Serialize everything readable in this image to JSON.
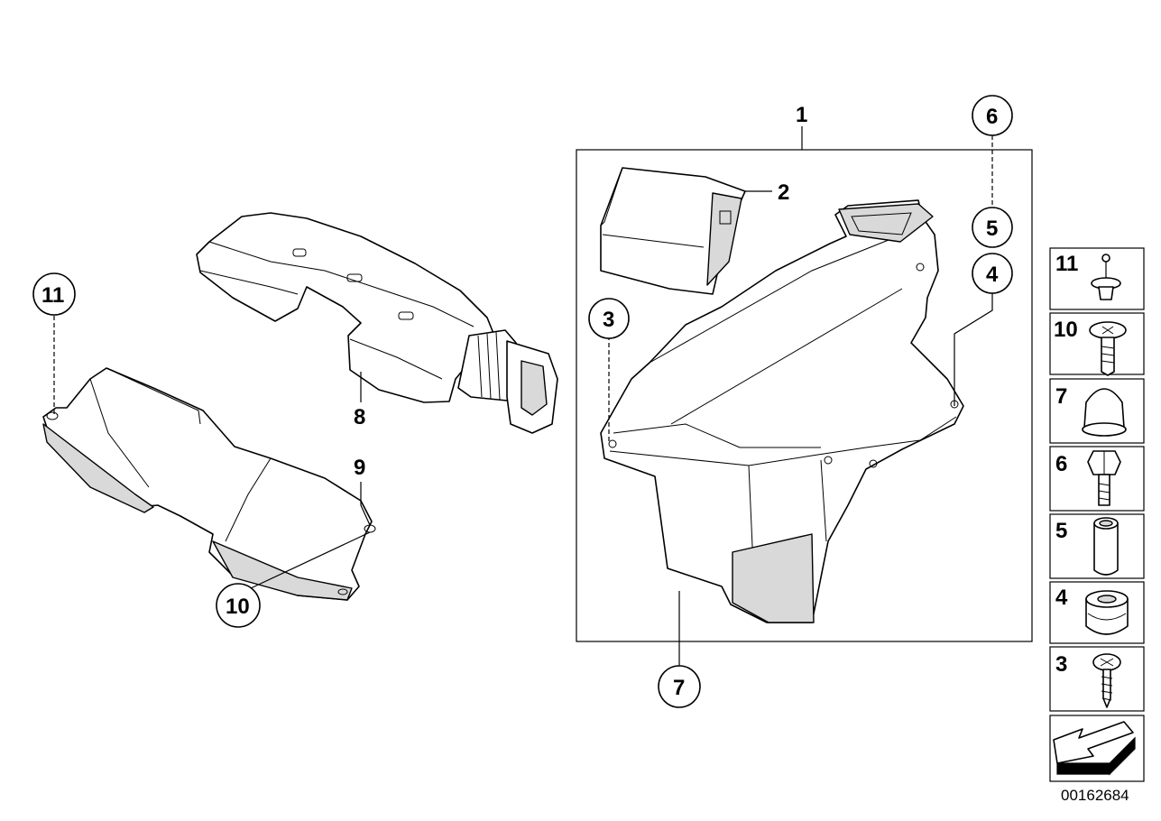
{
  "callouts": {
    "c1": "1",
    "c2": "2",
    "c3": "3",
    "c4": "4",
    "c5": "5",
    "c6": "6",
    "c7": "7",
    "c8": "8",
    "c9": "9",
    "c10": "10",
    "c11": "11"
  },
  "legend": {
    "items": [
      "11",
      "10",
      "7",
      "6",
      "5",
      "4",
      "3"
    ]
  },
  "document_number": "00162684"
}
